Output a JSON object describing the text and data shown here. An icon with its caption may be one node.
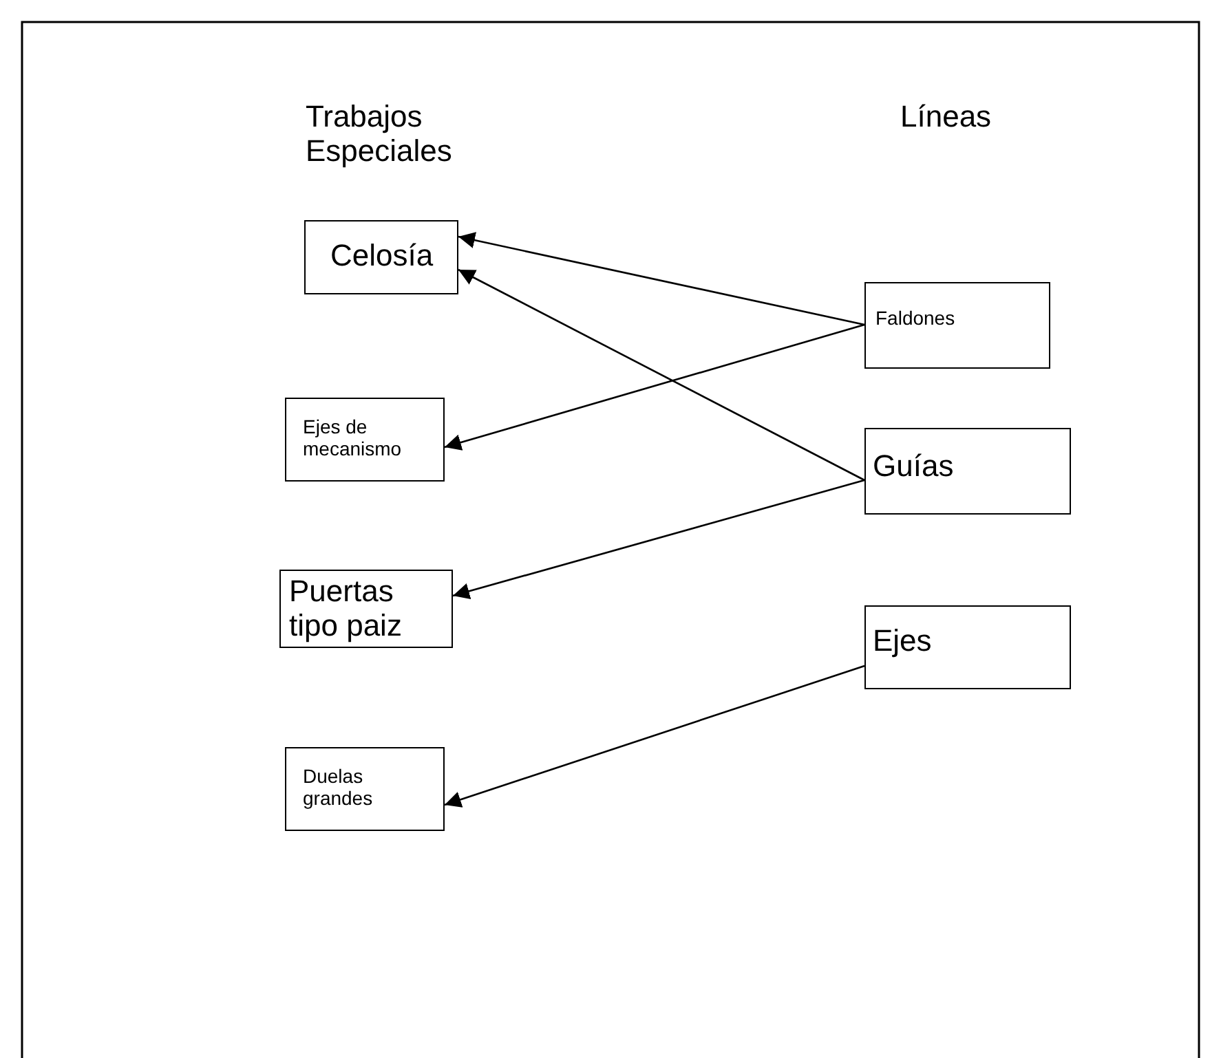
{
  "diagram": {
    "nodes": [
      {
        "text": [
          "Celosía"
        ]
      },
      {
        "text": [
          "Ejes de mecanismo"
        ]
      },
      {
        "text": [
          "Puertas tipo paiz"
        ]
      },
      {
        "text": [
          "Duelas grandes"
        ]
      },
      {
        "text": [
          "Faldones"
        ]
      },
      {
        "text": [
          "Guías"
        ]
      },
      {
        "text": [
          "Ejes"
        ]
      }
    ],
    "edges": [
      {
        "from": 4,
        "to": 0,
        "arrow": "to"
      },
      {
        "from": 4,
        "to": 1,
        "arrow": "to"
      },
      {
        "from": 5,
        "to": 0,
        "arrow": "to"
      },
      {
        "from": 5,
        "to": 2,
        "arrow": "to"
      },
      {
        "from": 6,
        "to": 3,
        "arrow": "to"
      }
    ],
    "labels": [
      "Trabajos Especiales",
      "Líneas"
    ]
  }
}
